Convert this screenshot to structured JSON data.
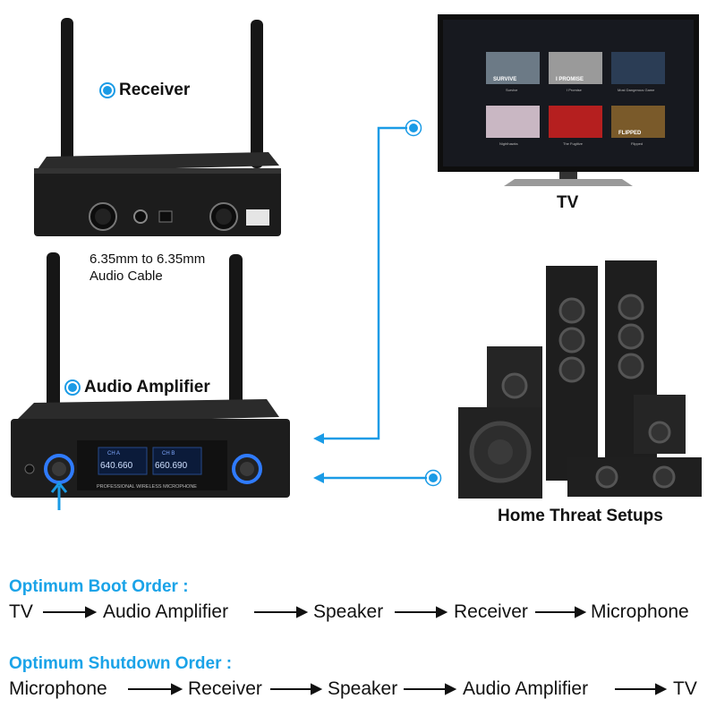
{
  "labels": {
    "receiver": "Receiver",
    "audio_amplifier": "Audio Amplifier",
    "cable": [
      "6.35mm to 6.35mm",
      "Audio Cable"
    ],
    "tv": "TV",
    "home_setup": "Home Threat Setups"
  },
  "tv_screen": {
    "tiles": [
      "SURVIVE",
      "I PROMISE",
      "",
      "",
      "",
      "FLIPPED"
    ],
    "captions": [
      "Survive",
      "I Promise",
      "Most Dangerous Game",
      "Nighthawks",
      "The Fugitive",
      "Flipped"
    ]
  },
  "amplifier_display": {
    "brand": "PROFESSIONAL WIRELESS MICROPHONE",
    "channel_a": "CH A",
    "channel_b": "CH B",
    "freq_a": "640.660",
    "freq_b": "660.690"
  },
  "boot_order": {
    "title": "Optimum Boot Order :",
    "steps": [
      "TV",
      "Audio Amplifier",
      "Speaker",
      "Receiver",
      "Microphone"
    ]
  },
  "shutdown_order": {
    "title": "Optimum Shutdown Order :",
    "steps": [
      "Microphone",
      "Receiver",
      "Speaker",
      "Audio Amplifier",
      "TV"
    ]
  },
  "colors": {
    "accent": "#1a9be6",
    "title": "#1aa3e8",
    "device": "#1c1c1c"
  }
}
